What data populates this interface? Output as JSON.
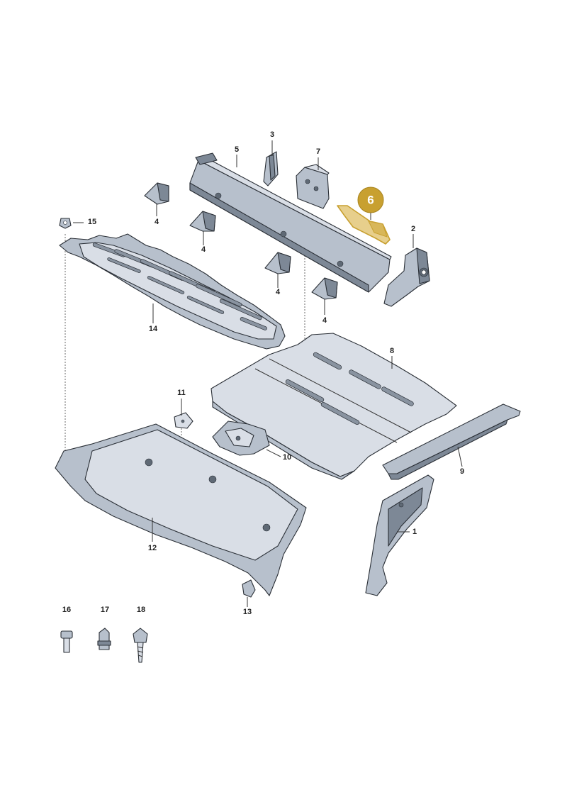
{
  "highlight_color": "#c8a030",
  "highlight_text_color": "#ffffff",
  "parts": {
    "p1": "1",
    "p2": "2",
    "p3": "3",
    "p4a": "4",
    "p4b": "4",
    "p4c": "4",
    "p4d": "4",
    "p5": "5",
    "p6": "6",
    "p7": "7",
    "p8": "8",
    "p9": "9",
    "p10": "10",
    "p11": "11",
    "p12": "12",
    "p13": "13",
    "p14": "14",
    "p15": "15",
    "p16": "16",
    "p17": "17",
    "p18": "18"
  }
}
